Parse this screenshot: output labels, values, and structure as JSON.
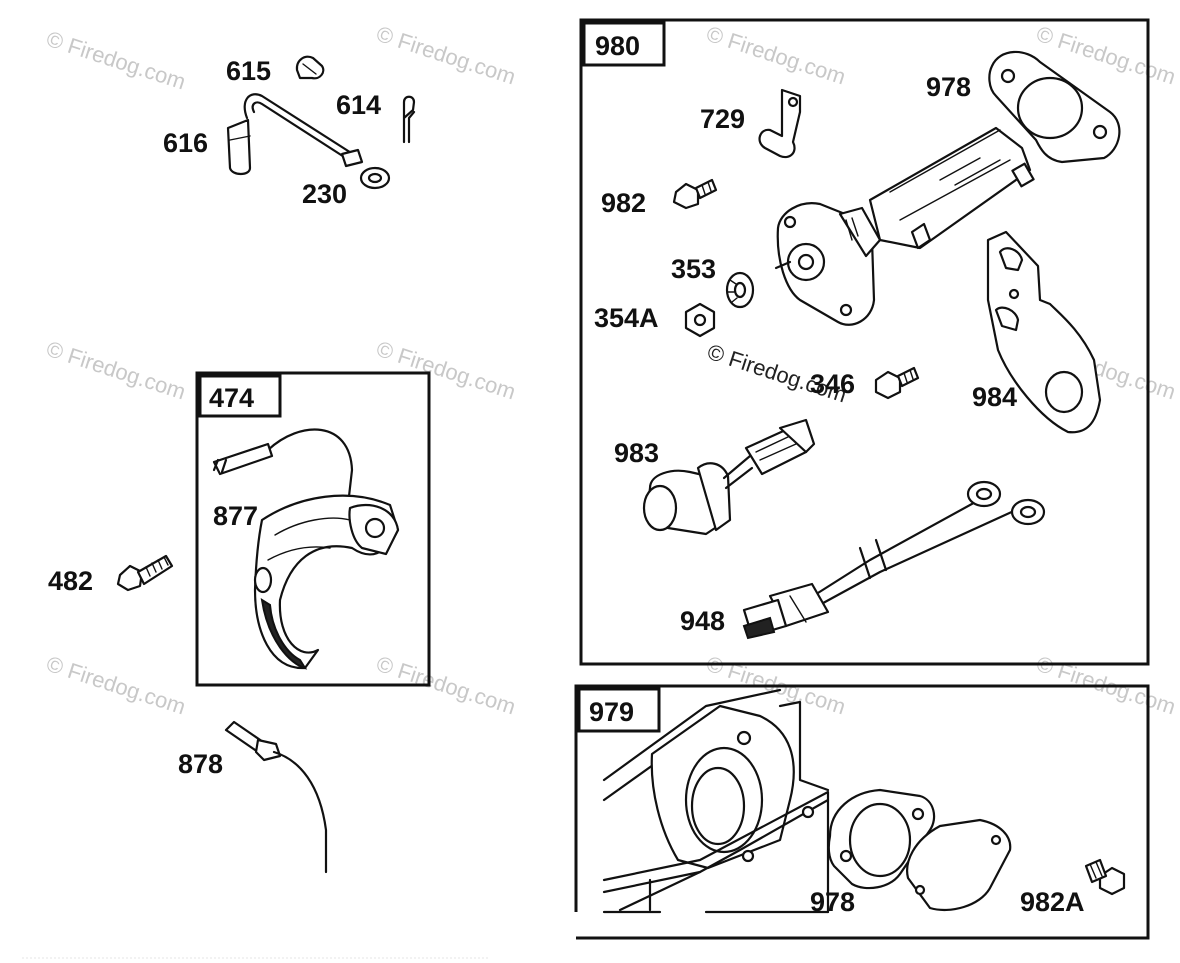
{
  "watermark": {
    "text": "© Firedog.com",
    "color": "#c8c8c8"
  },
  "groups": {
    "g980": "980",
    "g474": "474",
    "g979": "979"
  },
  "labels": {
    "p615": "615",
    "p614": "614",
    "p616": "616",
    "p230": "230",
    "p877": "877",
    "p482": "482",
    "p878": "878",
    "p978a": "978",
    "p729": "729",
    "p982": "982",
    "p353": "353",
    "p354a": "354A",
    "p346": "346",
    "p984": "984",
    "p983": "983",
    "p948": "948",
    "p978b": "978",
    "p982a": "982A"
  }
}
